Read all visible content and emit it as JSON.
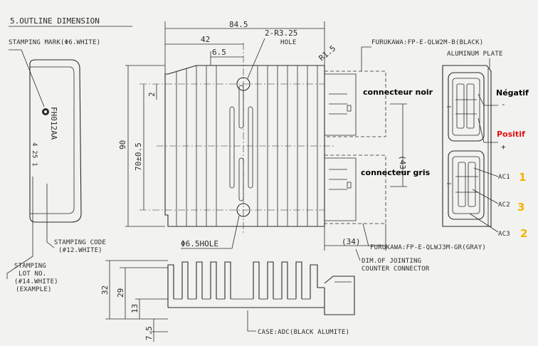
{
  "title": "5.OUTLINE DIMENSION",
  "stamping_mark": "STAMPING MARK(Φ6.WHITE)",
  "model_code": "FH012AA",
  "date_code": "4 25 1",
  "stamping_code": [
    "STAMPING CODE",
    "(#12.WHITE)"
  ],
  "stamping_lot": [
    "STAMPING",
    "LOT NO.",
    "(#14.WHITE)",
    "(EXAMPLE)"
  ],
  "dims": {
    "overall_width": "84.5",
    "width_42": "42",
    "width_6_5": "6.5",
    "hole_top": [
      "2-R3.25",
      "HOLE"
    ],
    "radius": "R1.5",
    "height_90": "90",
    "pitch_70": "70±0.5",
    "small_2": "2",
    "conn_43": "(43)",
    "conn_34": "(34)",
    "hole_bottom": "Φ6.5HOLE",
    "h32": "32",
    "h29": "29",
    "h13": "13",
    "h7_5": "7.5"
  },
  "connector_top": "FURUKAWA:FP-E-QLW2M-B(BLACK)",
  "connector_bottom": "FURUKAWA:FP-E-QLWJ3M-GR(GRAY)",
  "aluminum_plate": "ALUMINUM PLATE",
  "jointing": [
    "DIM.OF JOINTING",
    "COUNTER CONNECTOR"
  ],
  "case": "CASE:ADC(BLACK ALUMITE)",
  "annotations": {
    "black_connector": "connecteur noir",
    "grey_connector": "connecteur gris",
    "negative": "Négatif",
    "positive": "Positif"
  },
  "pins": [
    {
      "name": "AC1",
      "number": "1"
    },
    {
      "name": "AC2",
      "number": "3"
    },
    {
      "name": "AC3",
      "number": "2"
    }
  ],
  "pin_signs": {
    "minus": "-",
    "plus": "+"
  },
  "colors": {
    "line": "#2b2b2b",
    "positive": "#e01010",
    "pin_number": "#f4b400",
    "background": "#f2f2f0"
  }
}
